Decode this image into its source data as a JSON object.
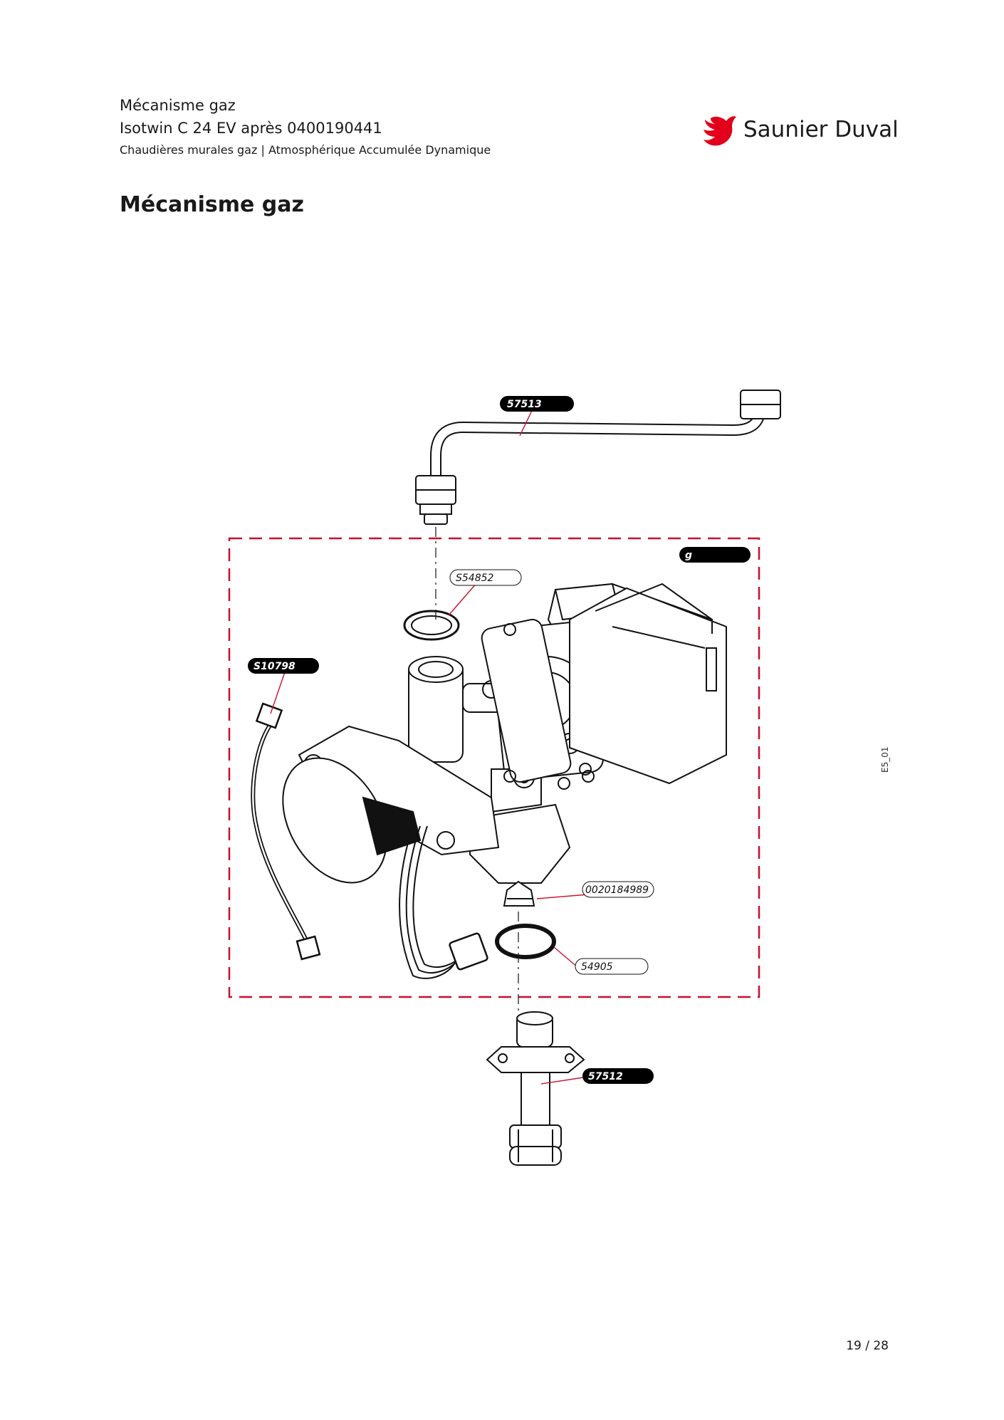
{
  "header": {
    "line1": "Mécanisme gaz",
    "line2": "Isotwin C 24 EV après 0400190441",
    "line3": "Chaudières murales gaz | Atmosphérique Accumulée Dynamique"
  },
  "brand": {
    "name": "Saunier Duval",
    "color": "#e2001a"
  },
  "title": "Mécanisme gaz",
  "diagram": {
    "parts": [
      {
        "ref": "57513",
        "style": "filled"
      },
      {
        "ref": "g",
        "style": "filled"
      },
      {
        "ref": "S54852",
        "style": "outline"
      },
      {
        "ref": "S10798",
        "style": "filled"
      },
      {
        "ref": "0020184989",
        "style": "outline"
      },
      {
        "ref": "54905",
        "style": "outline"
      },
      {
        "ref": "57512",
        "style": "filled"
      }
    ],
    "code": "E5_01",
    "dashed_box_color": "#c8102e"
  },
  "footer": {
    "page": "19 / 28"
  }
}
